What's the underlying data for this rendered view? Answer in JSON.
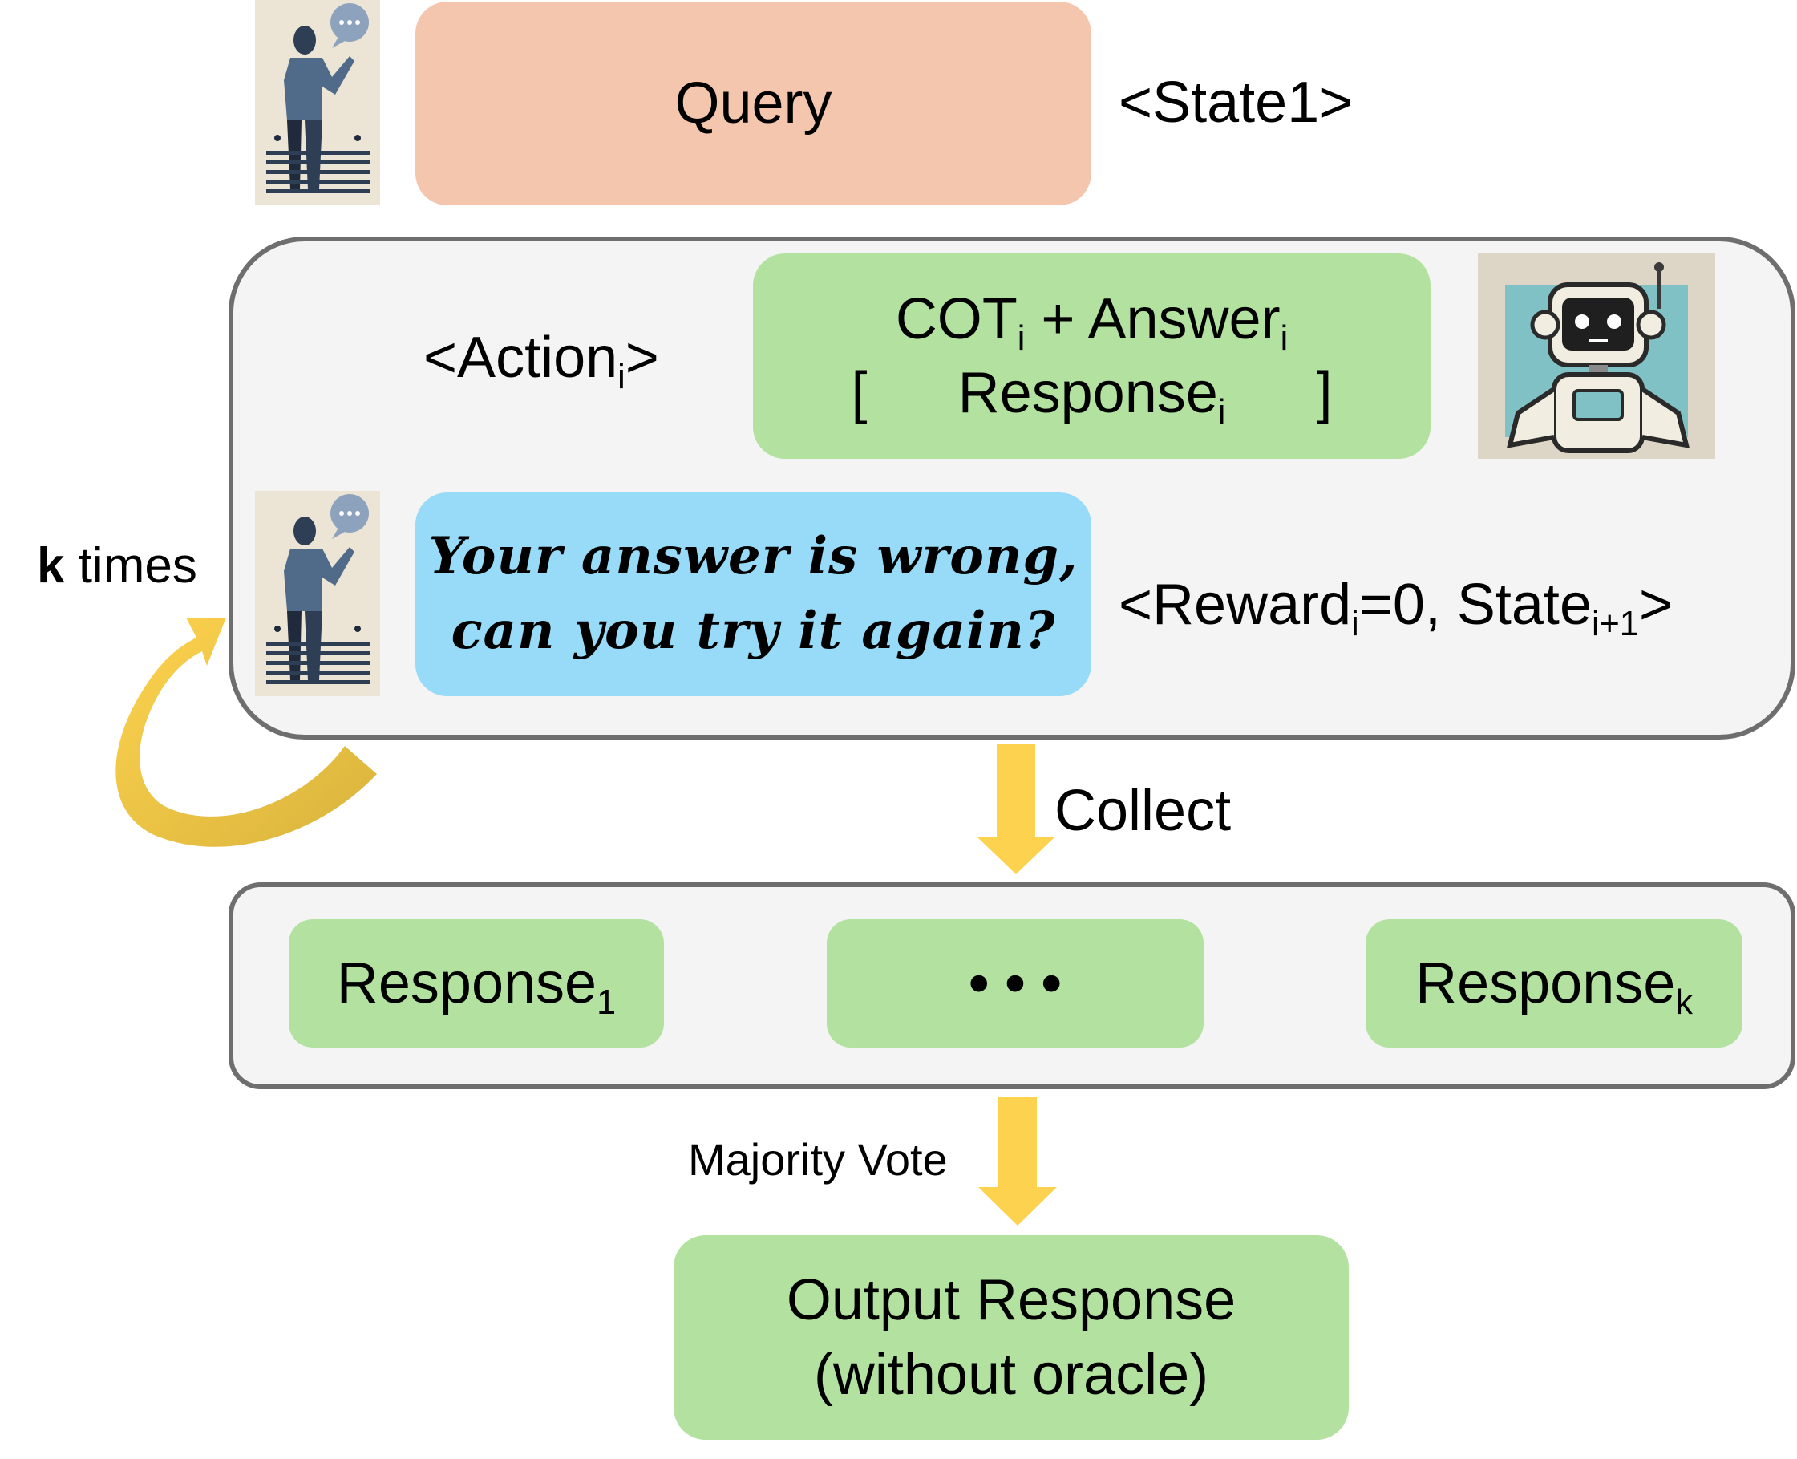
{
  "query": {
    "label": "Query",
    "state": "<State1>"
  },
  "loop": {
    "action_prefix": "<Action",
    "action_sub": "i",
    "action_suffix": ">",
    "cot": "COT",
    "cot_sub": "i",
    "plus_answer": " + Answer",
    "answer_sub": "i",
    "bracket_open": "[",
    "response": "Response",
    "response_sub": "i",
    "bracket_close": "]",
    "feedback_line1": "Your answer is wrong,",
    "feedback_line2": "can you try it again?",
    "reward_prefix": "<Reward",
    "reward_sub": "i",
    "reward_mid": "=0, State",
    "state_sub": "i+1",
    "reward_suffix": ">",
    "k_bold": "k",
    "k_rest": " times"
  },
  "collect_label": "Collect",
  "responses": {
    "first": "Response",
    "first_sub": "1",
    "middle": "• • •",
    "last": "Response",
    "last_sub": "k"
  },
  "vote_label": "Majority Vote",
  "output": {
    "line1": "Output Response",
    "line2": "(without oracle)"
  },
  "colors": {
    "query": "#f5c6ae",
    "green": "#b3e2a0",
    "feedback": "#97dbf8",
    "arrow": "#fdd24e",
    "panel": "#f4f4f4",
    "border": "#6e6e6e"
  },
  "icons": [
    "user-thinking-icon",
    "robot-icon"
  ]
}
